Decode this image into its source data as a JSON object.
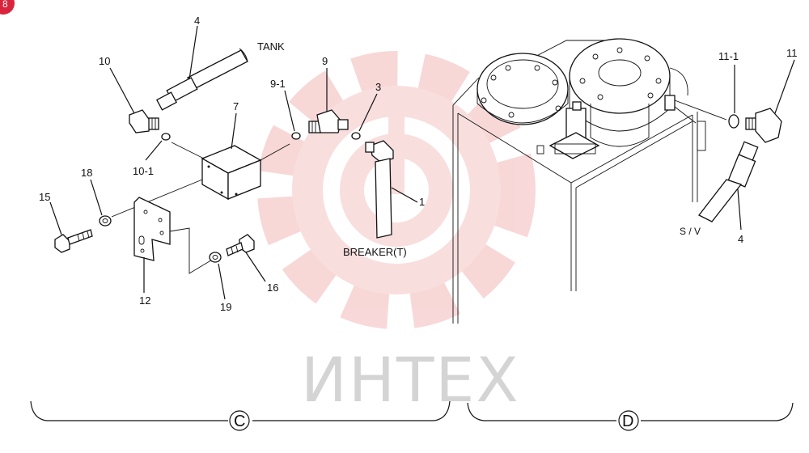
{
  "corner_badge": "8",
  "watermark": {
    "text": "ИНТЕХ",
    "color": "#f5c9c9"
  },
  "labels": {
    "p4_top": "4",
    "tank": "TANK",
    "p10": "10",
    "p9": "9",
    "p9_1": "9-1",
    "p3": "3",
    "p7": "7",
    "p10_1": "10-1",
    "p18": "18",
    "p15": "15",
    "p1": "1",
    "breaker": "BREAKER(T)",
    "p12": "12",
    "p19": "19",
    "p16": "16",
    "p11_1": "11-1",
    "p11": "11",
    "sv": "S / V",
    "p4_right": "4"
  },
  "sections": {
    "left": "C",
    "right": "D"
  },
  "colors": {
    "ink": "#111111",
    "badge": "#d9243c",
    "watermark_text": "#d4d4d4"
  }
}
